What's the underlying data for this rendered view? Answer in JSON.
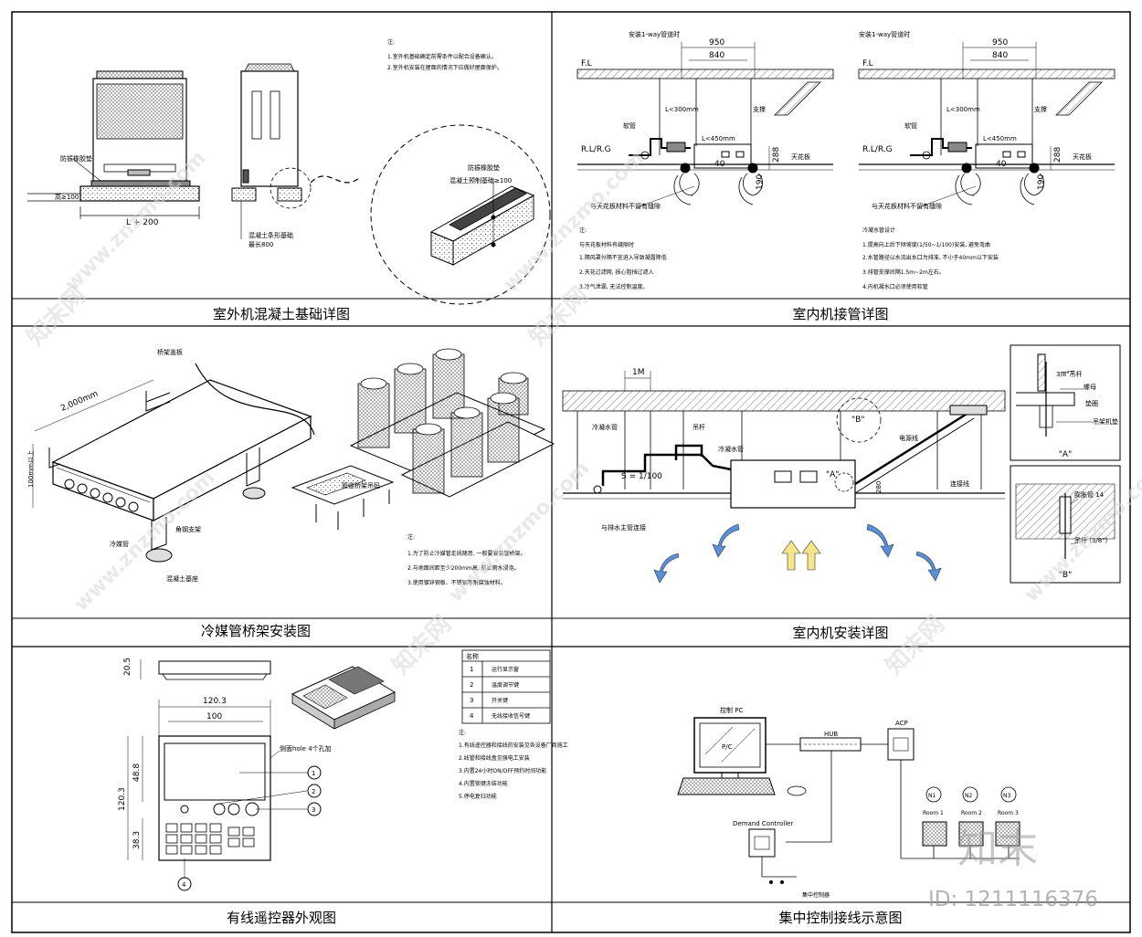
{
  "panels": {
    "p1": {
      "title": "室外机混凝土基础详图",
      "notes_head": "注:",
      "notes": [
        "1.室外机基础确定前需条件以配合设备确认。",
        "2.室外机安装在屋面的情况下应做好屋面保护。"
      ],
      "labels": {
        "vib": "防振橡胶垫",
        "h": "高≥100",
        "width": "L + 200",
        "con1": "混凝土条形基础",
        "con2": "最长800",
        "zoom1": "防振橡胶垫",
        "zoom2": "混凝土预制基础≥100"
      }
    },
    "p2": {
      "title": "室内机接管详图",
      "left": {
        "top_label": "安装1-way管道时",
        "fl": "F.L",
        "d950": "950",
        "d840": "840",
        "l300": "L<300mm",
        "l450": "L<450mm",
        "support": "支撑",
        "pipe": "软管",
        "rl": "R.L/R.G",
        "d40": "40",
        "d288": "288",
        "d190": "190",
        "ceiling": "天花板",
        "bottom": "与天花板材料不留有缝隙"
      },
      "right": {
        "top_label": "安装1-way管道时",
        "fl": "F.L",
        "d950": "950",
        "d840": "840",
        "l300": "L<300mm",
        "l450": "L<450mm",
        "support": "支撑",
        "pipe": "软管",
        "rl": "R.L/R.G",
        "d40": "40",
        "d288": "288",
        "d190": "190",
        "ceiling": "天花板",
        "bottom": "与天花板材料不留有缝隙"
      },
      "notes_left_head": "注:",
      "notes_left": [
        "与天花板材料有缝隙时",
        "1.隔风罩分隔不宜进入导致凝露降低",
        "2.天花过滤网, 损心阻挡过滤入",
        "3.冷气泄漏, 无法控制温度。"
      ],
      "notes_right_head": "冷凝水管设计",
      "notes_right": [
        "1.提高向上后下倾坡度(1/50~1/100)安装, 避免弯曲",
        "2.水管路径以水流出水口为排准, 不小于40mm以下安装",
        "3.排管支撑间隔1.5m~2m左右。",
        "4.内机凝水口必须使用软管"
      ]
    },
    "p3": {
      "title": "冷媒管桥架安装图",
      "labels": {
        "cover": "桥架盖板",
        "len": "2,000mm",
        "h": "100mm以上",
        "bracket": "角钢支架",
        "pipe": "冷媒管",
        "base": "混凝土基座",
        "tray": "管道桥架吊码"
      },
      "notes_head": "注:",
      "notes": [
        "1.为了防止冷媒管走线随意, 一般要安装管桥架。",
        "2.与地面间距至少200mm高, 防止雨水浸泡。",
        "3.使用镀锌钢板、不锈钢等耐腐蚀材料。"
      ]
    },
    "p4": {
      "title": "室内机安装详图",
      "labels": {
        "m1": "1M",
        "b": "\"B\"",
        "a": "\"A\"",
        "drain": "冷凝水管",
        "hanger": "吊杆",
        "wire": "电源线",
        "conn": "连接线",
        "slope": "S = 1/100",
        "main": "与排水主管连接",
        "d280": "280",
        "a_title": "\"A\"",
        "b_title": "\"B\"",
        "a1": "3/8\"吊杆",
        "a2": "螺母",
        "a3": "垫圈",
        "a4": "吊架机垫",
        "b1": "膨胀管 14",
        "b2": "吊杆 (3/8\")"
      }
    },
    "p5": {
      "title": "有线遥控器外观图",
      "dims": {
        "d205": "20.5",
        "d1203": "120.3",
        "d100": "100",
        "d488": "48.8",
        "d1203v": "120.3",
        "d383": "38.3"
      },
      "side_label": "侧面hole 4个孔加",
      "table": {
        "header": "名称",
        "rows": [
          {
            "no": "1",
            "name": "运行显示窗"
          },
          {
            "no": "2",
            "name": "温度调节键"
          },
          {
            "no": "3",
            "name": "开关键"
          },
          {
            "no": "4",
            "name": "无线接收信号键"
          }
        ]
      },
      "callouts": [
        "1",
        "2",
        "3",
        "4"
      ],
      "notes_head": "注:",
      "notes": [
        "1.有线遥控器和接线的安装见各设备厂商施工",
        "2.线管和接线盒见强电工安装",
        "3.内置24小时ON/OFF预约时间功能",
        "4.内置锁键冻结功能",
        "5.停电复归功能"
      ]
    },
    "p6": {
      "title": "集中控制接线示意图",
      "labels": {
        "pc": "控制 PC",
        "pc_screen": "P/C",
        "hub": "HUB",
        "acp": "ACP",
        "dc": "Demand Controller",
        "central": "集中控制器",
        "n1": "N1",
        "n2": "N2",
        "n3": "N3",
        "r1": "Room 1",
        "r2": "Room 2",
        "r3": "Room 3"
      }
    }
  },
  "watermark": {
    "brand": "知末",
    "id": "ID: 1211116376",
    "site": "www.znzmo.com",
    "wm_cn": "知末网"
  }
}
